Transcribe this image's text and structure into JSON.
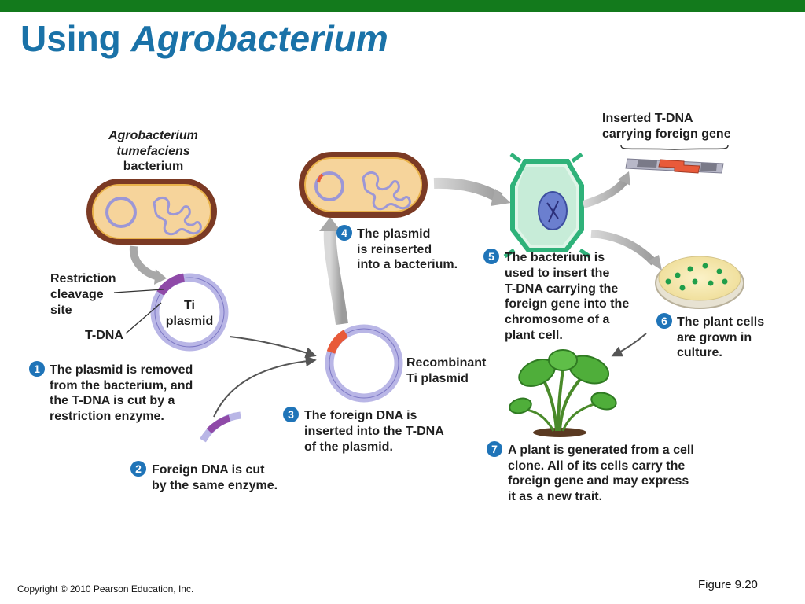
{
  "header": {
    "title_plain": "Using",
    "title_italic": "Agrobacterium"
  },
  "labels": {
    "bacterium": [
      "Agrobacterium",
      "tumefaciens",
      "bacterium"
    ],
    "restriction_site": [
      "Restriction",
      "cleavage",
      "site"
    ],
    "tdna": "T-DNA",
    "ti_plasmid": [
      "Ti",
      "plasmid"
    ],
    "recombinant": [
      "Recombinant",
      "Ti plasmid"
    ],
    "inserted_tdna": [
      "Inserted T-DNA",
      "carrying foreign gene"
    ]
  },
  "steps": [
    {
      "number": "1",
      "lines": [
        "The plasmid is removed",
        "from the bacterium, and",
        "the T-DNA is cut by a",
        "restriction enzyme."
      ]
    },
    {
      "number": "2",
      "lines": [
        "Foreign DNA is cut",
        "by the same enzyme."
      ]
    },
    {
      "number": "3",
      "lines": [
        "The foreign DNA is",
        "inserted into the T-DNA",
        "of the plasmid."
      ]
    },
    {
      "number": "4",
      "lines": [
        "The plasmid",
        "is reinserted",
        "into a bacterium."
      ]
    },
    {
      "number": "5",
      "lines": [
        "The bacterium is",
        "used to insert the",
        "T-DNA carrying the",
        "foreign gene into the",
        "chromosome of a",
        "plant cell."
      ]
    },
    {
      "number": "6",
      "lines": [
        "The plant cells",
        "are grown in",
        "culture."
      ]
    },
    {
      "number": "7",
      "lines": [
        "A plant is generated from a cell",
        "clone. All of its cells carry the",
        "foreign gene and may express",
        "it as a new trait."
      ]
    }
  ],
  "footer": {
    "copyright": "Copyright © 2010 Pearson Education, Inc.",
    "figure": "Figure 9.20"
  },
  "colors": {
    "topbar": "#137a1c",
    "title": "#1a72a8",
    "bacterium_wall": "#7b3a24",
    "bacterium_fill": "#f6d49b",
    "plasmid": "#b9b6e6",
    "tdna": "#8f4aa8",
    "foreign_gene": "#e85a3a",
    "step_badge": "#1f74b8",
    "plant_cell": "#2fb27a"
  }
}
